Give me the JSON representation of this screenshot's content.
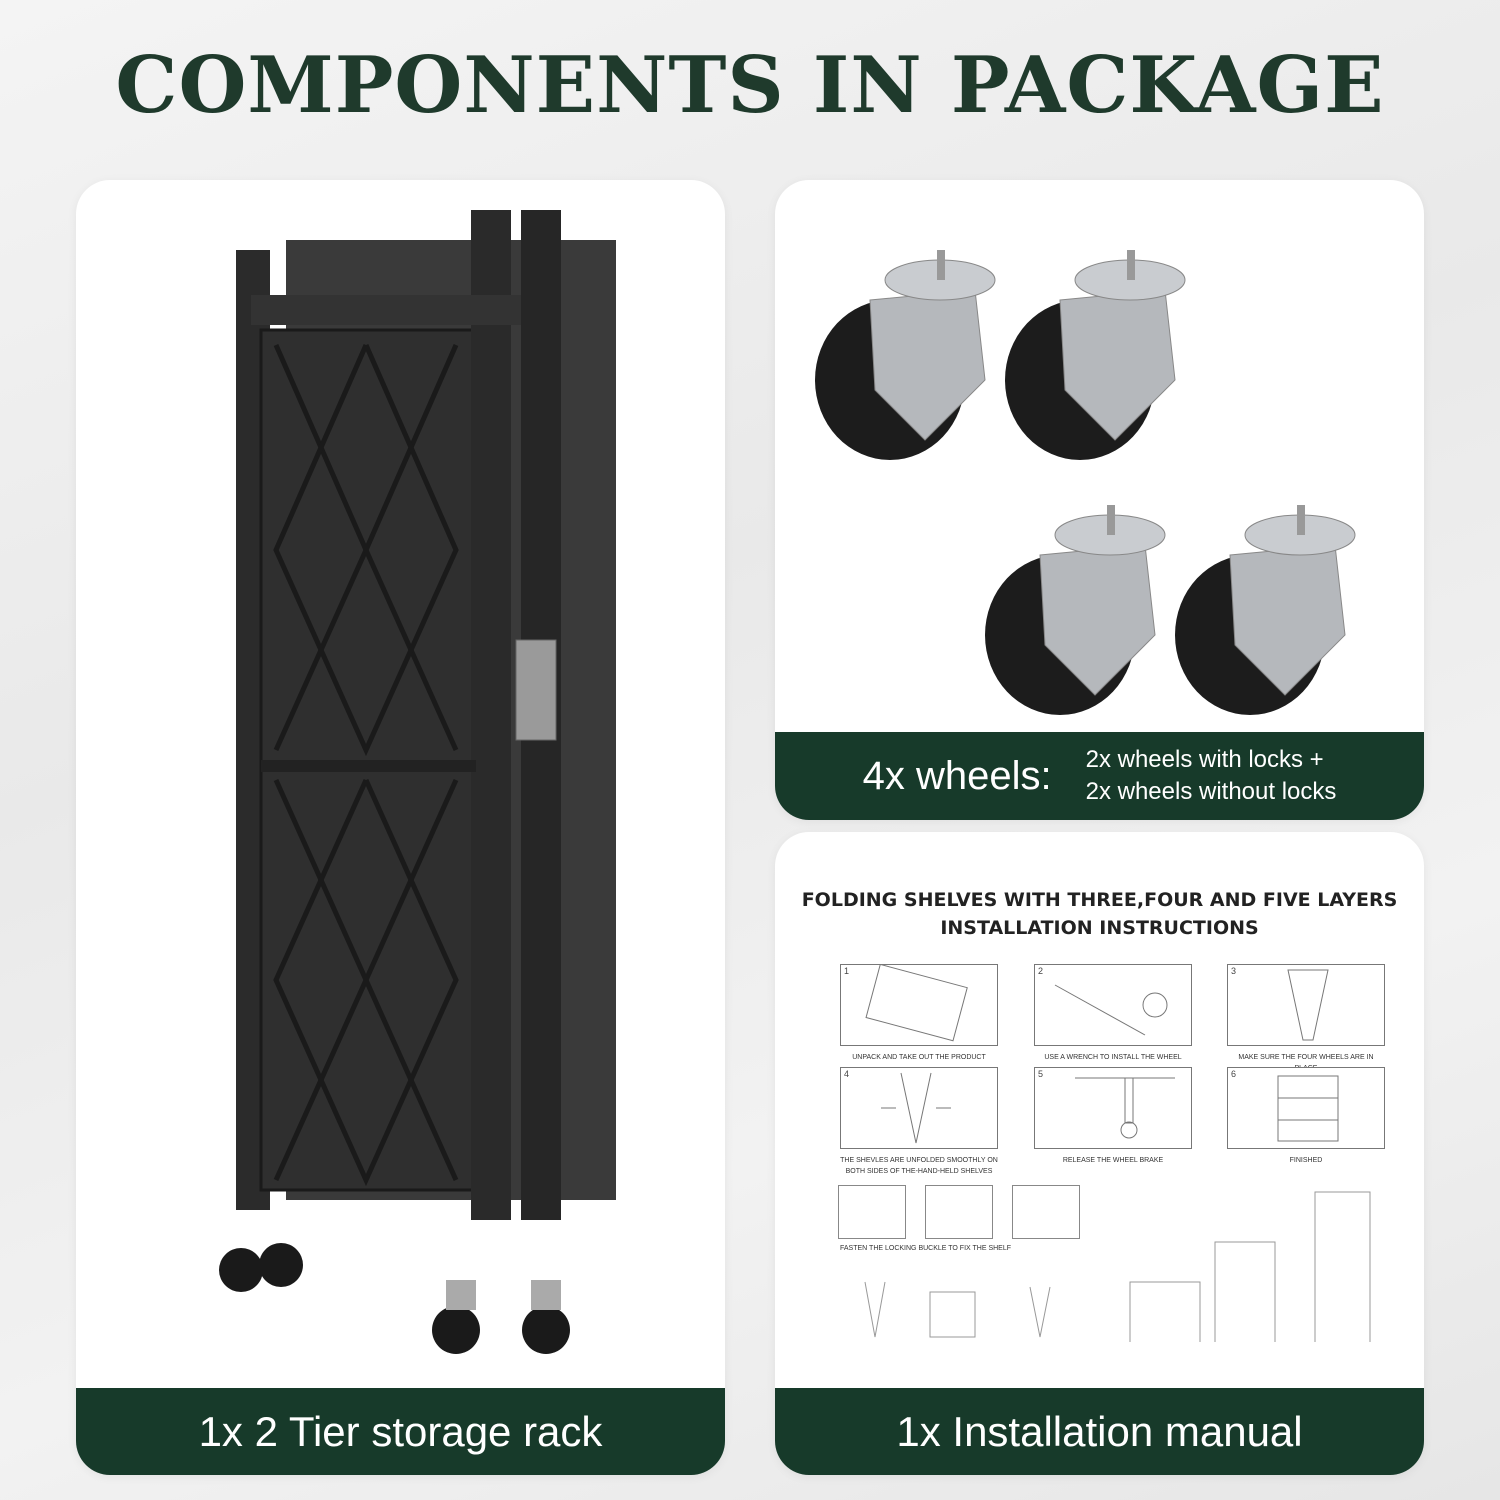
{
  "title": "COMPONENTS IN PACKAGE",
  "rack_card": {
    "label": "1x 2 Tier storage rack",
    "image": "folded-black-storage-rack-photo"
  },
  "wheels_card": {
    "count_label": "4x wheels:",
    "detail_line1": "2x wheels with locks +",
    "detail_line2": "2x wheels without locks",
    "image": "caster-wheels-photo"
  },
  "manual_card": {
    "label": "1x Installation manual",
    "manual_title_line1": "FOLDING SHELVES WITH THREE,FOUR AND FIVE LAYERS",
    "manual_title_line2": "INSTALLATION INSTRUCTIONS",
    "steps": [
      {
        "num": "1",
        "caption": "UNPACK AND TAKE OUT THE PRODUCT"
      },
      {
        "num": "2",
        "caption": "USE A WRENCH TO INSTALL THE WHEEL"
      },
      {
        "num": "3",
        "caption": "MAKE SURE THE FOUR WHEELS ARE IN PLACE"
      },
      {
        "num": "4",
        "caption": "THE SHEVLES ARE UNFOLDED SMOOTHLY ON BOTH SIDES OF THE-HAND-HELD SHELVES"
      },
      {
        "num": "5",
        "caption": "RELEASE THE WHEEL BRAKE"
      },
      {
        "num": "6",
        "caption": "FINISHED"
      }
    ],
    "buckle_caption": "FASTEN THE LOCKING BUCKLE TO FIX THE SHELF"
  },
  "colors": {
    "brand_green": "#173a2a",
    "title_green": "#1f3a2c",
    "rack_black": "#2a2a2a"
  }
}
